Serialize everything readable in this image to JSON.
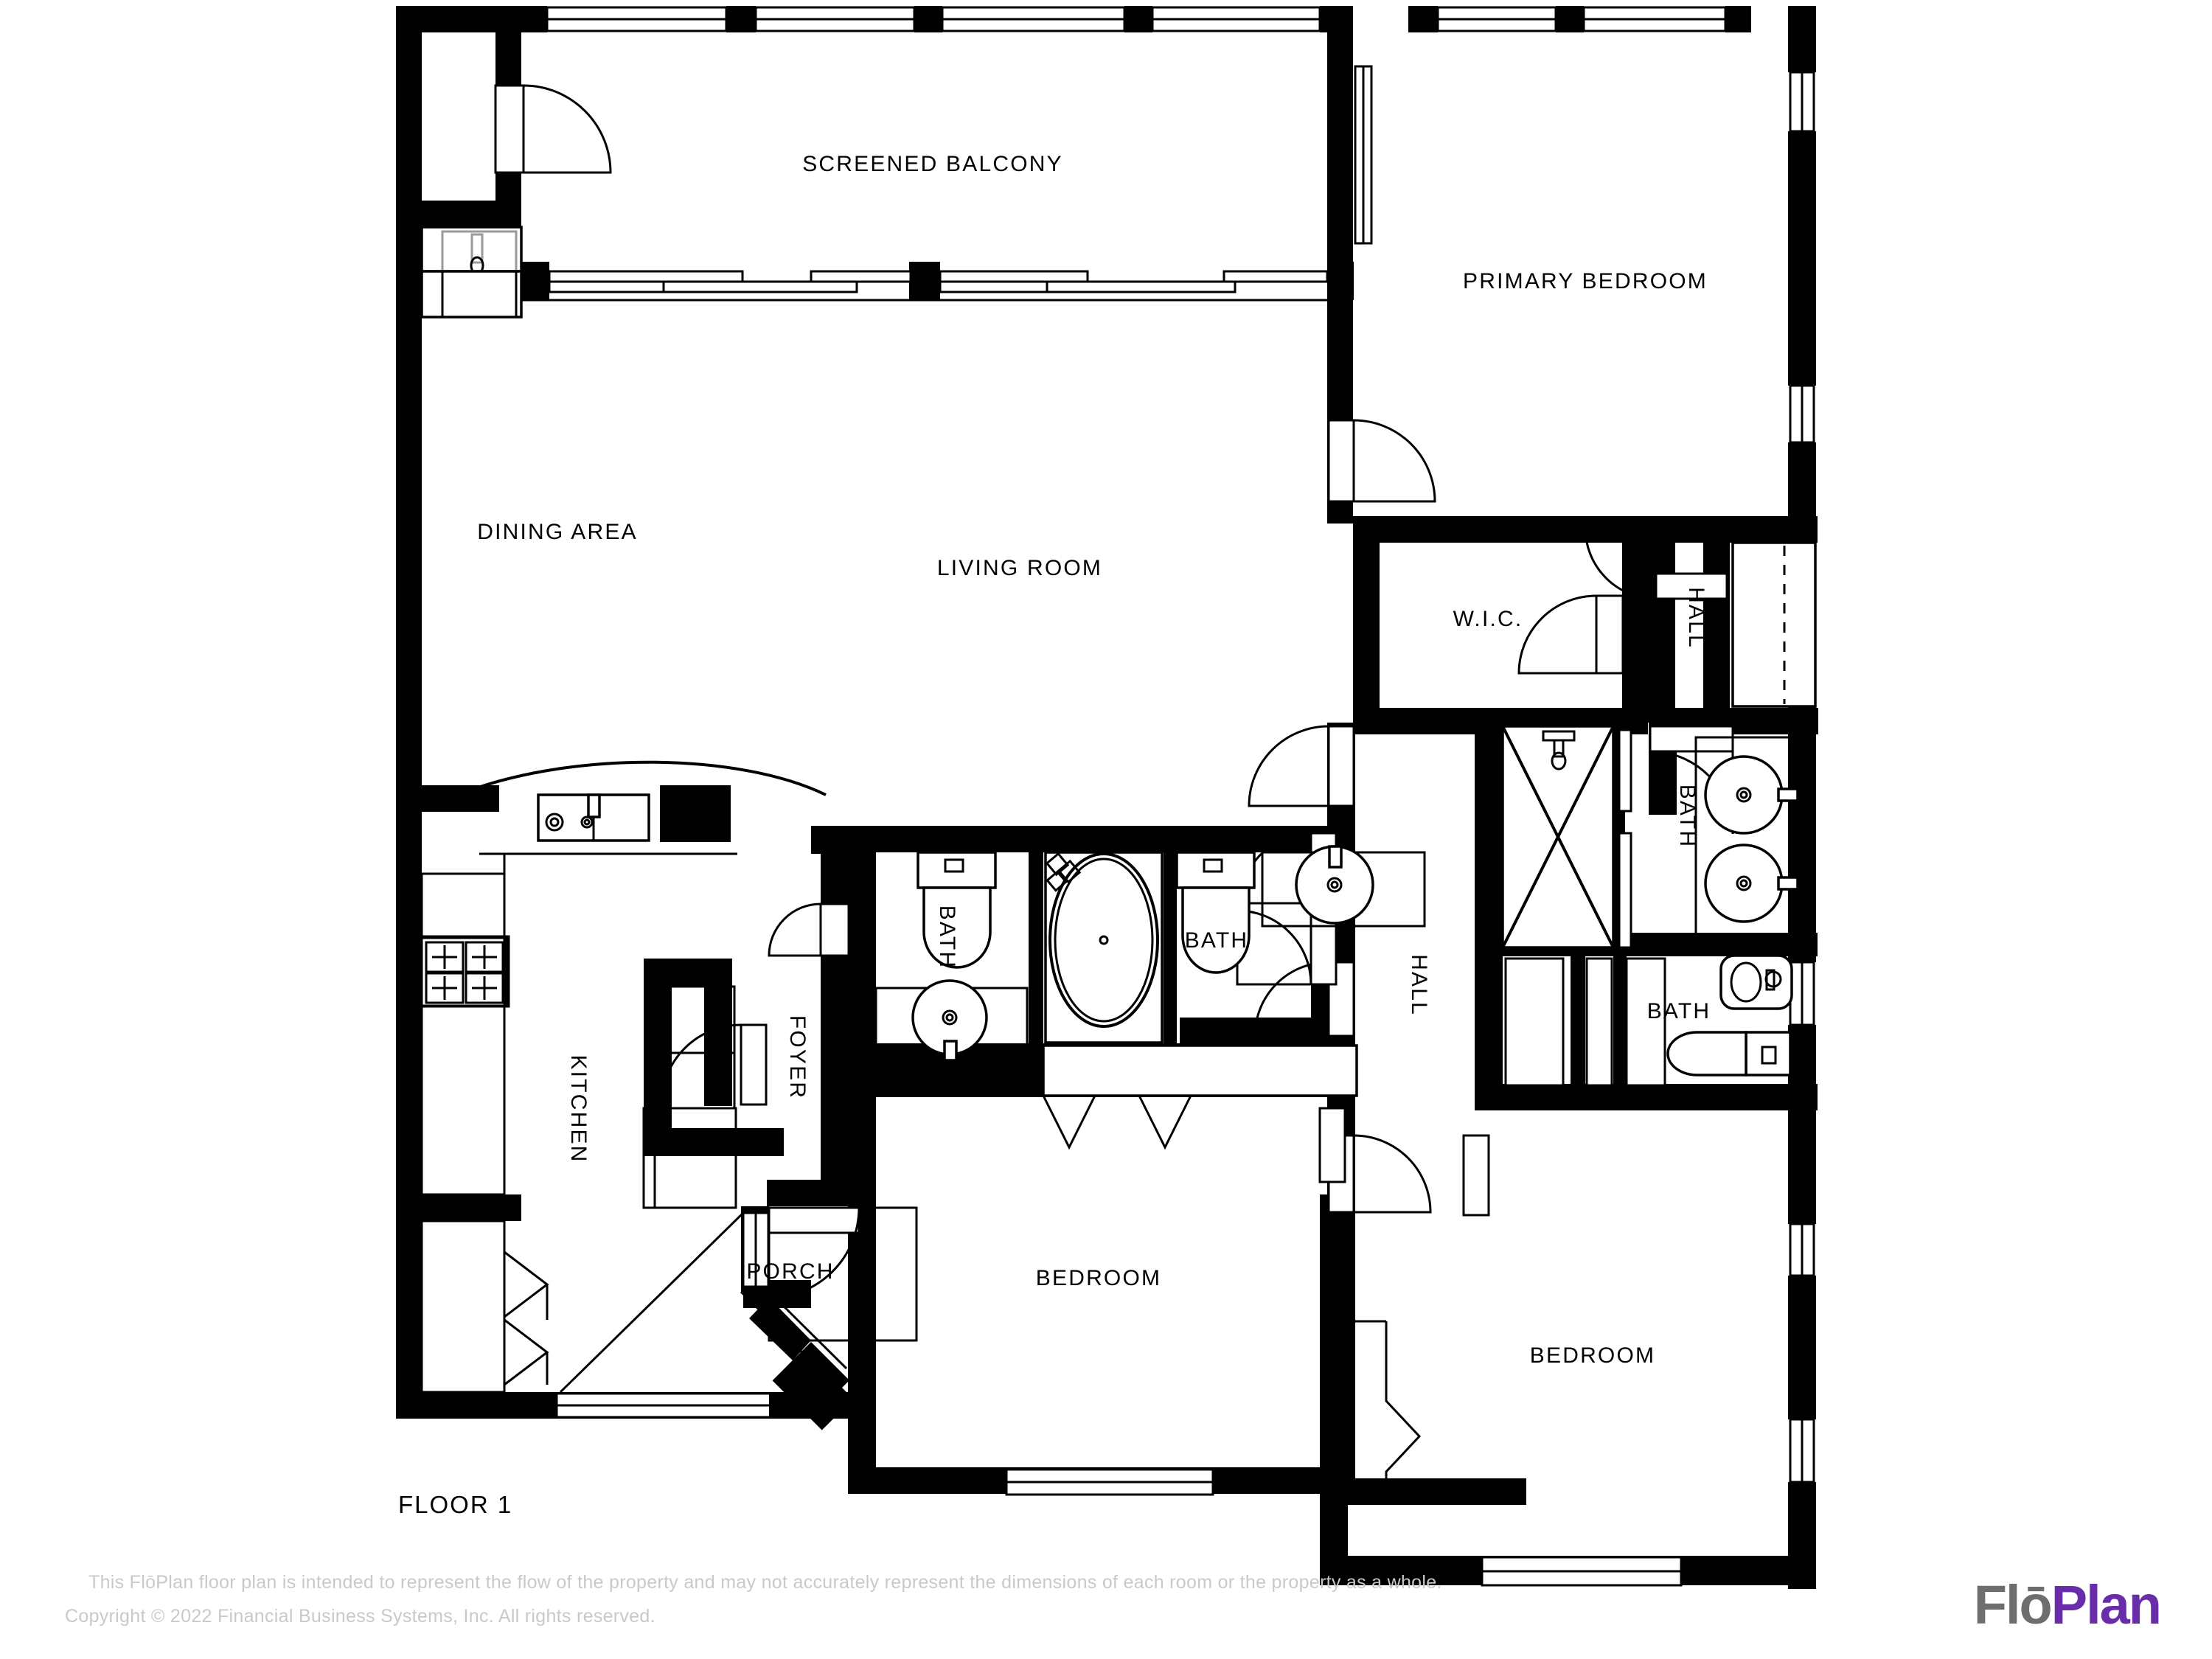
{
  "document": {
    "floor_label": "FLOOR 1",
    "brand": {
      "part1": "Flō",
      "part2": "Plan",
      "part1_color": "#6e6e6e",
      "part2_color": "#6a2daa"
    },
    "footer": {
      "line1": "This FlōPlan floor plan is intended to represent the flow of the property and may not accurately represent the dimensions of each room or the property as a whole.",
      "line2": "Copyright © 2022 Financial Business Systems, Inc. All rights reserved."
    }
  },
  "rooms": {
    "screened_balcony": "SCREENED BALCONY",
    "primary_bedroom": "PRIMARY BEDROOM",
    "dining_area": "DINING AREA",
    "living_room": "LIVING ROOM",
    "wic": "W.I.C.",
    "hall_top": "HALL",
    "hall_mid": "HALL",
    "bath_primary": "BATH",
    "bath_left": "BATH",
    "bath_center": "BATH",
    "bath_right": "BATH",
    "kitchen": "KITCHEN",
    "foyer": "FOYER",
    "porch": "PORCH",
    "bedroom_center": "BEDROOM",
    "bedroom_right": "BEDROOM"
  },
  "style": {
    "wall_color": "#000000",
    "background": "#ffffff",
    "fixture_stroke": "#000000",
    "footer_text_color": "#c9c9c9"
  }
}
